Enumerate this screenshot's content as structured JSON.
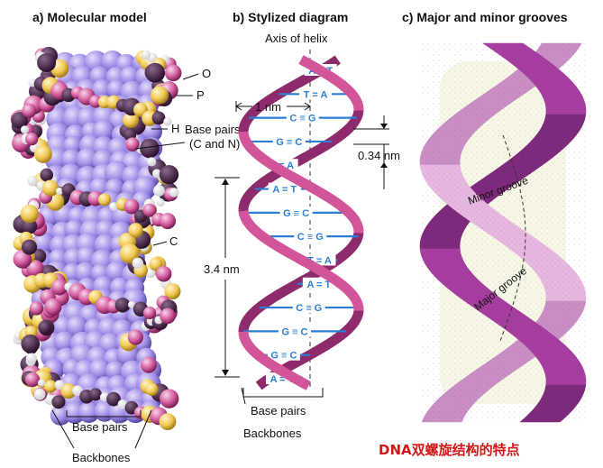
{
  "panel_a": {
    "title": "a)  Molecular model",
    "label_o": "O",
    "label_p": "P",
    "label_h": "H",
    "label_c": "C",
    "label_base_pairs_line1": "Base pairs",
    "label_base_pairs_line2": "(C and N)",
    "bottom_base_pairs": "Base pairs",
    "bottom_backbones": "Backbones"
  },
  "panel_b": {
    "title": "b)  Stylized diagram",
    "axis_label": "Axis of helix",
    "width_label": "1 nm",
    "rise_label": "0.34 nm",
    "pitch_label": "3.4 nm",
    "base_pairs": [
      "A = T",
      "T = A",
      "C ≡ G",
      "G ≡ C",
      "T = A",
      "A = T",
      "G ≡ C",
      "C ≡ G",
      "T = A",
      "A = T",
      "C ≡ G",
      "G ≡ C",
      "G ≡ C",
      "A = T"
    ],
    "bottom_base_pairs": "Base pairs",
    "bottom_backbones": "Backbones"
  },
  "panel_c": {
    "title": "c)  Major and minor grooves",
    "minor_groove": "Minor groove",
    "major_groove": "Major groove"
  },
  "caption": "DNA双螺旋结构的特点",
  "colors": {
    "strand": "#d2559a",
    "strand_dark": "#8e2b6c",
    "base_pair": "#2a7fd4",
    "backbone_purple": "#a25ab7",
    "groove_pale": "#eef2cf",
    "caption_red": "#d21616"
  }
}
